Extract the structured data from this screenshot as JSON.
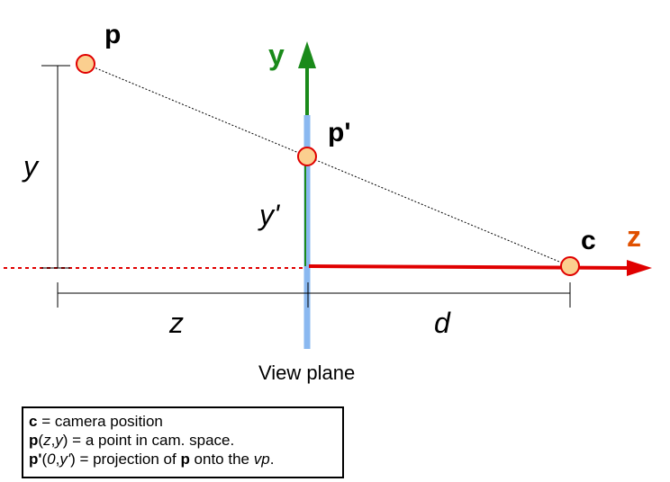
{
  "labels": {
    "p": "p",
    "p_prime": "p'",
    "c": "c",
    "y_axis": "y",
    "z_axis": "z",
    "y_dim": "y",
    "y_prime_dim": "y'",
    "z_dim": "z",
    "d_dim": "d",
    "view_plane": "View plane"
  },
  "legend": {
    "rows": [
      {
        "parts": [
          {
            "t": "c",
            "b": true
          },
          {
            "t": " = camera position"
          }
        ]
      },
      {
        "parts": [
          {
            "t": "p",
            "b": true
          },
          {
            "t": "("
          },
          {
            "t": "z",
            "i": true
          },
          {
            "t": ","
          },
          {
            "t": "y",
            "i": true
          },
          {
            "t": ") = a point in cam. space."
          }
        ]
      },
      {
        "parts": [
          {
            "t": "p'",
            "b": true
          },
          {
            "t": "("
          },
          {
            "t": "0",
            "i": true
          },
          {
            "t": ","
          },
          {
            "t": "y'",
            "i": true
          },
          {
            "t": ") = projection of "
          },
          {
            "t": "p",
            "b": true
          },
          {
            "t": " onto the "
          },
          {
            "t": "vp",
            "i": true
          },
          {
            "t": "."
          }
        ]
      }
    ]
  },
  "colors": {
    "y_axis": "#1a8a1a",
    "z_axis": "#e00000",
    "z_label": "#e05000",
    "view_plane": "#8ab8f0",
    "point_fill": "#fbcf8f",
    "point_stroke": "#e00000"
  }
}
